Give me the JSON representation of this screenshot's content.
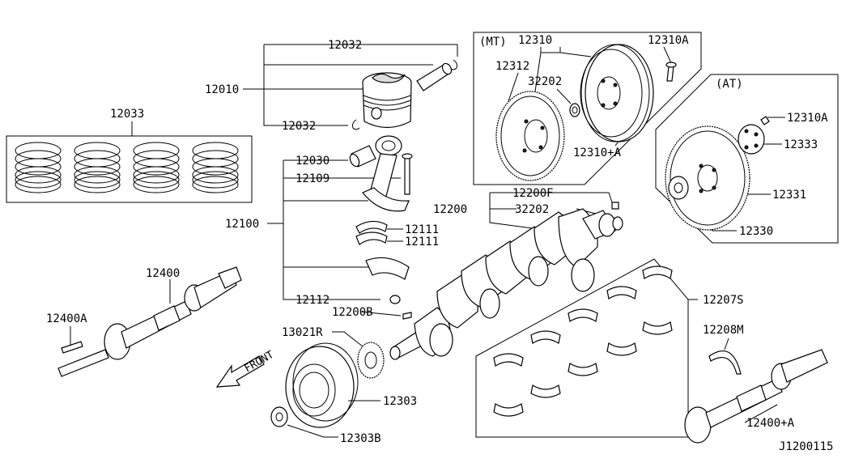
{
  "labels": {
    "l12032a": "12032",
    "l12010": "12010",
    "l12032b": "12032",
    "l12033": "12033",
    "l12030": "12030",
    "l12109": "12109",
    "l12100": "12100",
    "l12111a": "12111",
    "l12111b": "12111",
    "l12112": "12112",
    "l12200b": "12200B",
    "l13021r": "13021R",
    "l12303": "12303",
    "l12303b": "12303B",
    "l12400": "12400",
    "l12400a": "12400A",
    "l12400pa": "12400+A",
    "l12208m": "12208M",
    "l12207s": "12207S",
    "l12200": "12200",
    "l12200f": "12200F",
    "l32202b": "32202",
    "mt": "(MT)",
    "l12310": "12310",
    "l12310a_mt": "12310A",
    "l12312": "12312",
    "l32202a": "32202",
    "l12310pa": "12310+A",
    "at": "(AT)",
    "l12310a_at": "12310A",
    "l12333": "12333",
    "l12331": "12331",
    "l12330": "12330",
    "front": "FRONT",
    "code": "J1200115"
  }
}
